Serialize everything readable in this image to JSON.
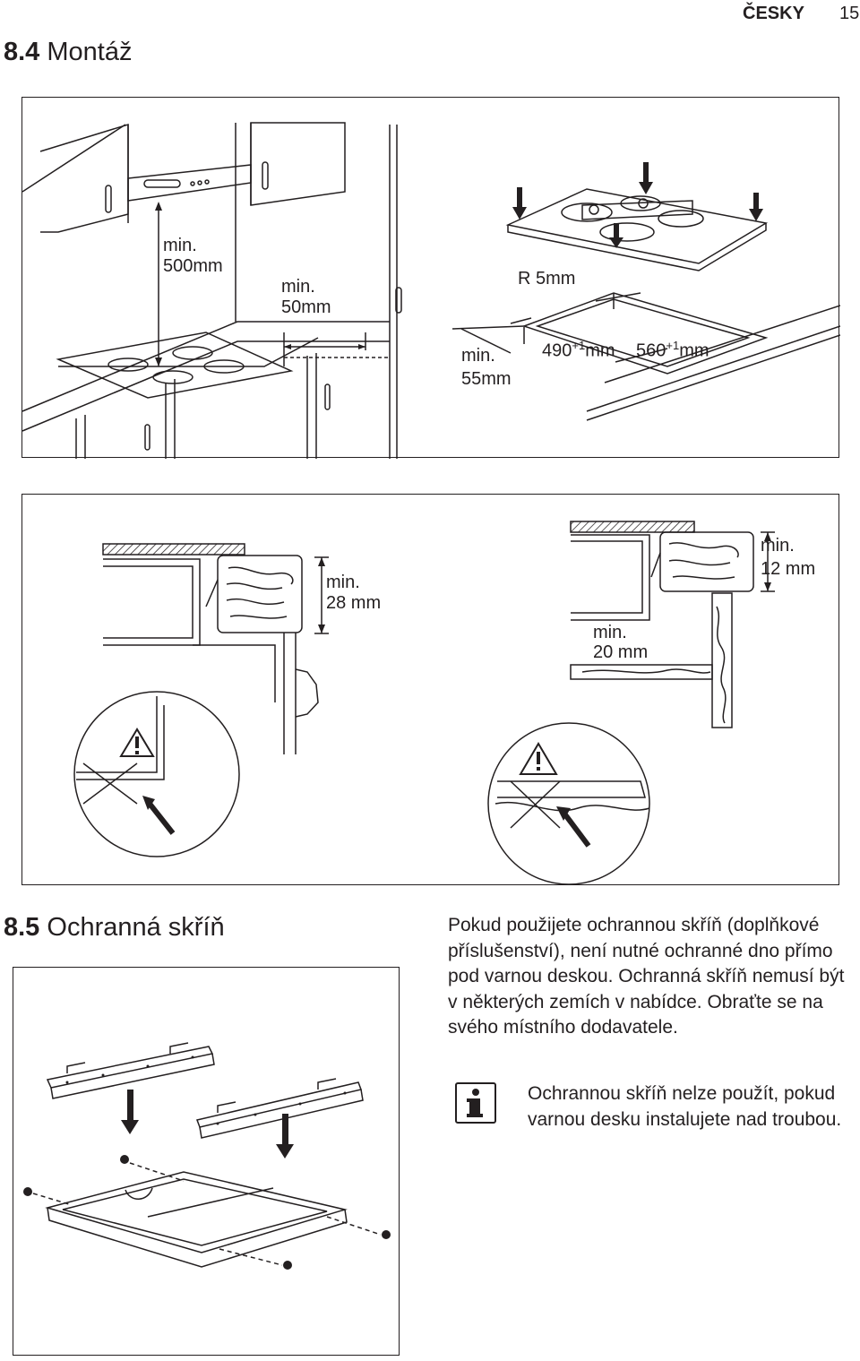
{
  "header": {
    "language": "ČESKY",
    "page_number": "15"
  },
  "section_84": {
    "number": "8.4",
    "title": "Montáž"
  },
  "fig1_labels": {
    "hood_min": "min.",
    "hood_500": "500mm",
    "side_min": "min.",
    "side_50": "50mm",
    "radius": "R 5mm",
    "edge_min": "min.",
    "edge_55": "55mm",
    "cut_490": "490",
    "cut_560": "560",
    "tolerance": "+1",
    "unit": "mm"
  },
  "fig2_labels": {
    "left_min": "min.",
    "left_28": "28 mm",
    "right_min12": "min.",
    "right_12": "12 mm",
    "right_min20": "min.",
    "right_20": "20 mm"
  },
  "section_85": {
    "number": "8.5",
    "title": "Ochranná skříň"
  },
  "body_text": "Pokud použijete ochrannou skříň (doplňkové příslušenství), není nutné ochranné dno přímo pod varnou deskou. Ochranná skříň nemusí být v některých zemích v nabídce. Obraťte se na svého místního dodavatele.",
  "info_note": "Ochrannou skříň nelze použít, pokud varnou desku instalujete nad troubou."
}
